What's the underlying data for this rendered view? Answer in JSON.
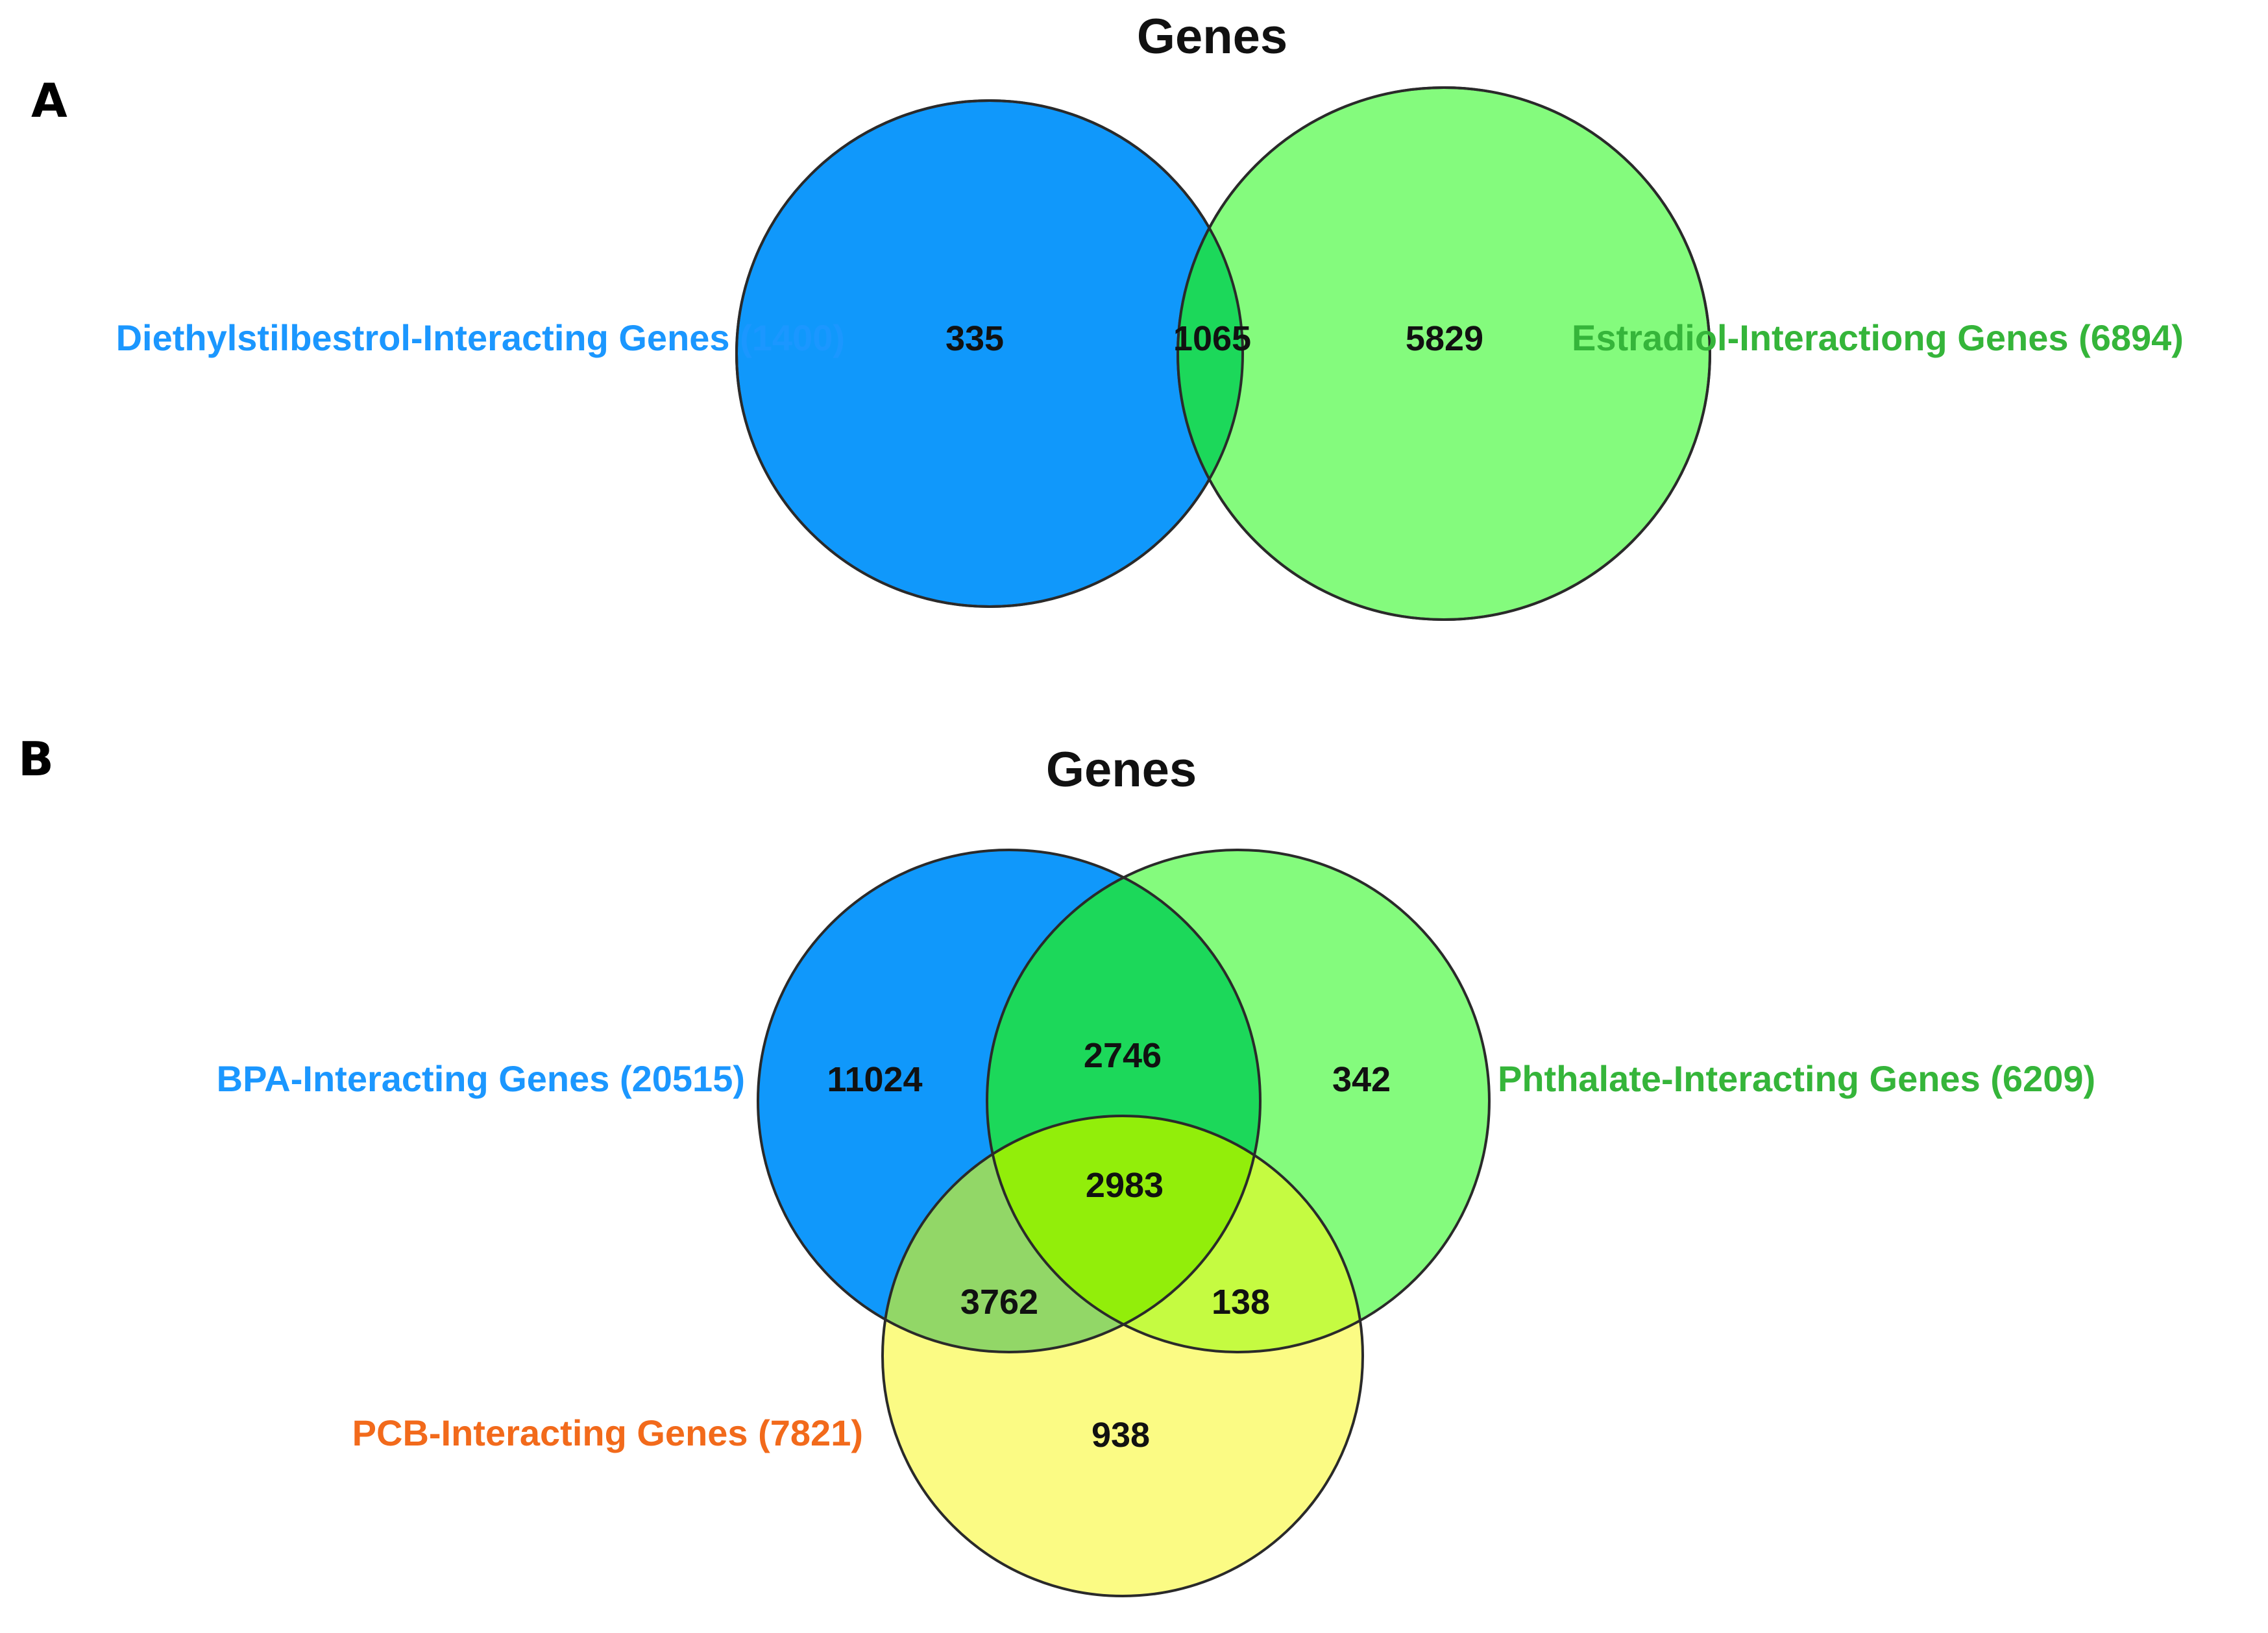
{
  "panel_a": {
    "letter": "A",
    "title": "Genes",
    "sets": [
      {
        "label": "Diethylstilbestrol-Interacting Genes (1400)",
        "color": "#1b97ff"
      },
      {
        "label": "Estradiol-Interactiong Genes (6894)",
        "color": "#35b53a"
      }
    ],
    "counts": {
      "left_only": "335",
      "both": "1065",
      "right_only": "5829"
    },
    "fills": {
      "left": "#1098fb",
      "right": "#84fb7d",
      "overlap": "#1cd85a"
    }
  },
  "panel_b": {
    "letter": "B",
    "title": "Genes",
    "sets": [
      {
        "label": "BPA-Interacting Genes (20515)",
        "color": "#1b97ff"
      },
      {
        "label": "Phthalate-Interacting Genes (6209)",
        "color": "#35b53a"
      },
      {
        "label": "PCB-Interacting Genes (7821)",
        "color": "#f26a1b"
      }
    ],
    "counts": {
      "bpa_only": "11024",
      "bpa_phthalate": "2746",
      "phthalate_only": "342",
      "all_three": "2983",
      "bpa_pcb": "3762",
      "phthalate_pcb": "138",
      "pcb_only": "938"
    },
    "fills": {
      "bpa": "#1098fb",
      "phthalate": "#84fb7d",
      "pcb": "#fbfb84",
      "bpa_phthalate": "#1cd85a",
      "bpa_pcb": "#92d767",
      "phthalate_pcb": "#c5fb41",
      "all_three": "#92ee0a"
    }
  }
}
